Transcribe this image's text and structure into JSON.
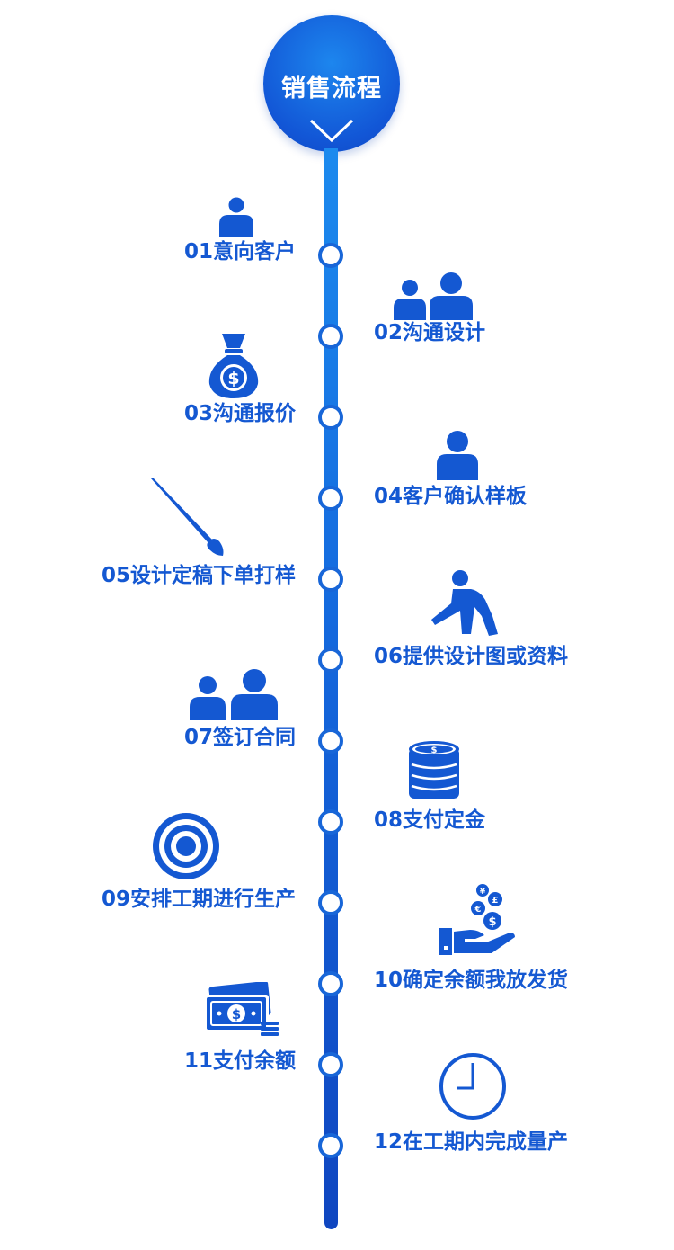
{
  "header": {
    "title": "销售流程"
  },
  "steps": [
    {
      "label": "01意向客户",
      "icon": "person-icon"
    },
    {
      "label": "02沟通设计",
      "icon": "two-people-icon"
    },
    {
      "label": "03沟通报价",
      "icon": "money-bag-icon"
    },
    {
      "label": "04客户确认样板",
      "icon": "person-icon"
    },
    {
      "label": "05设计定稿下单打样",
      "icon": "paintbrush-icon"
    },
    {
      "label": "06提供设计图或资料",
      "icon": "person-presenting-icon"
    },
    {
      "label": "07签订合同",
      "icon": "two-people-icon"
    },
    {
      "label": "08支付定金",
      "icon": "coin-stack-icon"
    },
    {
      "label": "09安排工期进行生产",
      "icon": "target-icon"
    },
    {
      "label": "10确定余额我放发货",
      "icon": "hand-coins-icon"
    },
    {
      "label": "11支付余额",
      "icon": "cash-bills-icon"
    },
    {
      "label": "12在工期内完成量产",
      "icon": "clock-icon"
    }
  ],
  "colors": {
    "primary": "#1458d2",
    "accent": "#1a8aee",
    "background": "#ffffff"
  }
}
